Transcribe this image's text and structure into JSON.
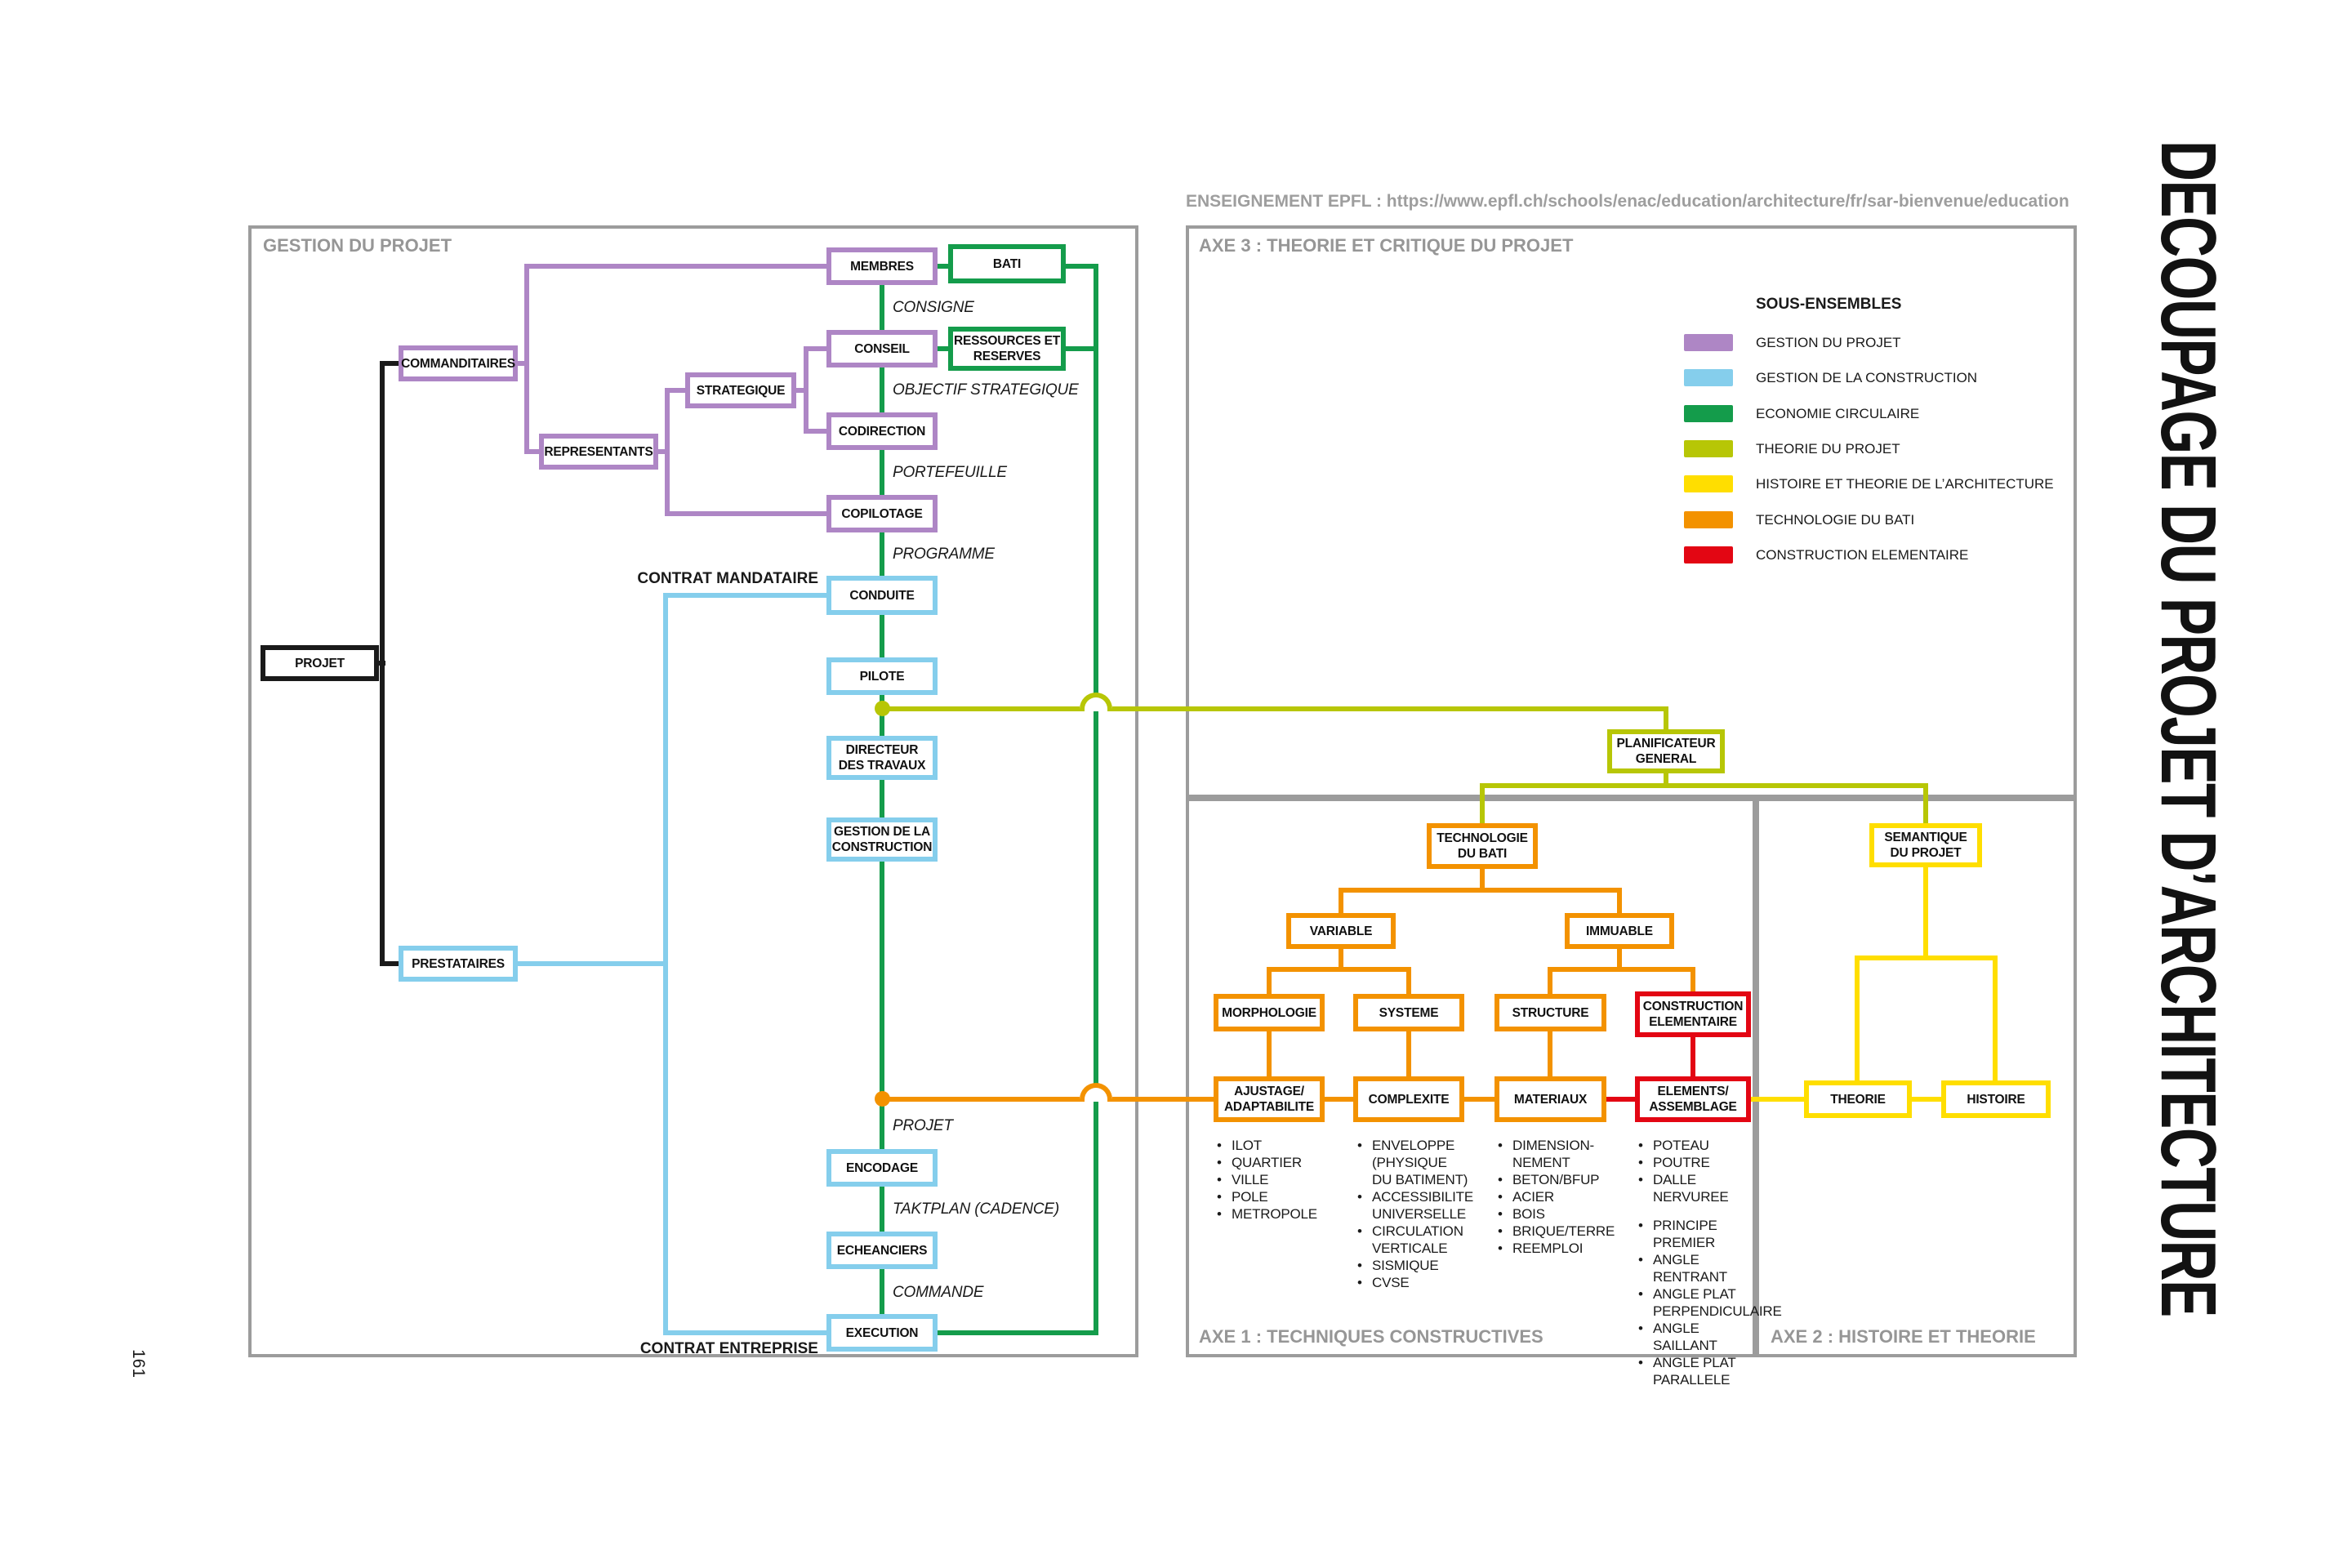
{
  "page": {
    "number": "161"
  },
  "header": {
    "text": "ENSEIGNEMENT EPFL : https://www.epfl.ch/schools/enac/education/architecture/fr/sar-bienvenue/education"
  },
  "title": {
    "vertical": "DECOUPAGE DU PROJET D’ARCHITECTURE"
  },
  "panels": {
    "gestion": {
      "label": "GESTION DU PROJET"
    },
    "axe3": {
      "label": "AXE 3 : THEORIE ET CRITIQUE DU PROJET"
    },
    "axe1": {
      "label": "AXE 1 : TECHNIQUES CONSTRUCTIVES"
    },
    "axe2": {
      "label": "AXE 2 : HISTOIRE ET THEORIE"
    }
  },
  "legend": {
    "title": "SOUS-ENSEMBLES",
    "items": [
      {
        "label": "GESTION DU PROJET",
        "color": "#AE86C5"
      },
      {
        "label": "GESTION DE LA CONSTRUCTION",
        "color": "#85CEEC"
      },
      {
        "label": "ECONOMIE CIRCULAIRE",
        "color": "#149C4B"
      },
      {
        "label": "THEORIE DU PROJET",
        "color": "#B7C606"
      },
      {
        "label": "HISTOIRE ET THEORIE DE L’ARCHITECTURE",
        "color": "#FFDE00"
      },
      {
        "label": "TECHNOLOGIE DU BATI",
        "color": "#F39200"
      },
      {
        "label": "CONSTRUCTION ELEMENTAIRE",
        "color": "#E30613"
      }
    ]
  },
  "boxes": {
    "projet": "PROJET",
    "commanditaires": "COMMANDITAIRES",
    "representants": "REPRESENTANTS",
    "strategique": "STRATEGIQUE",
    "membres": "MEMBRES",
    "bati": "BATI",
    "conseil": "CONSEIL",
    "ressources": "RESSOURCES ET\nRESERVES",
    "codirection": "CODIRECTION",
    "copilotage": "COPILOTAGE",
    "conduite": "CONDUITE",
    "pilote": "PILOTE",
    "directeur": "DIRECTEUR\nDES TRAVAUX",
    "gestion_construction": "GESTION DE LA\nCONSTRUCTION",
    "prestataires": "PRESTATAIRES",
    "encodage": "ENCODAGE",
    "echeanciers": "ECHEANCIERS",
    "execution": "EXECUTION",
    "planificateur": "PLANIFICATEUR\nGENERAL",
    "technologie_bati": "TECHNOLOGIE\nDU BATI",
    "variable": "VARIABLE",
    "immuable": "IMMUABLE",
    "morphologie": "MORPHOLOGIE",
    "systeme": "SYSTEME",
    "structure": "STRUCTURE",
    "construction_elementaire": "CONSTRUCTION\nELEMENTAIRE",
    "ajustage": "AJUSTAGE/\nADAPTABILITE",
    "complexite": "COMPLEXITE",
    "materiaux": "MATERIAUX",
    "elements": "ELEMENTS/\nASSEMBLAGE",
    "theorie": "THEORIE",
    "histoire": "HISTOIRE",
    "semantique": "SEMANTIQUE\nDU PROJET"
  },
  "flow_labels": {
    "consigne": "CONSIGNE",
    "objectif": "OBJECTIF STRATEGIQUE",
    "portefeuille": "PORTEFEUILLE",
    "programme": "PROGRAMME",
    "projet": "PROJET",
    "taktplan": "TAKTPLAN (CADENCE)",
    "commande": "COMMANDE"
  },
  "contracts": {
    "mandataire": "CONTRAT MANDATAIRE",
    "entreprise": "CONTRAT ENTREPRISE"
  },
  "lists": {
    "ajustage": [
      "ILOT",
      "QUARTIER",
      "VILLE",
      "POLE",
      "METROPOLE"
    ],
    "complexite": [
      "ENVELOPPE\n(PHYSIQUE\nDU BATIMENT)",
      "ACCESSIBILITE\nUNIVERSELLE",
      "CIRCULATION\nVERTICALE",
      "SISMIQUE",
      "CVSE"
    ],
    "materiaux": [
      "DIMENSION-\nNEMENT",
      "BETON/BFUP",
      "ACIER",
      "BOIS",
      "BRIQUE/TERRE",
      "REEMPLOI"
    ],
    "elements": [
      "POTEAU",
      "POUTRE",
      "DALLE NERVUREE",
      "",
      "PRINCIPE\nPREMIER",
      "ANGLE RENTRANT",
      "ANGLE PLAT\nPERPENDICULAIRE",
      "ANGLE SAILLANT",
      "ANGLE PLAT\nPARALLELE"
    ]
  }
}
